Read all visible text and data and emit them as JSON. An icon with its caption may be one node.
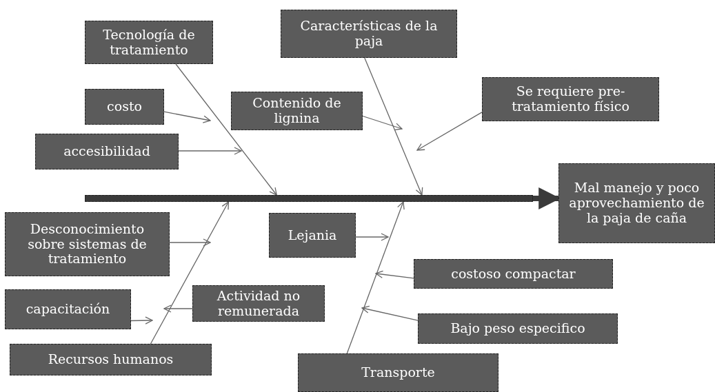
{
  "diagram": {
    "nodes": [
      {
        "text": [
          "Tecnología de tratamiento"
        ]
      },
      {
        "text": [
          "Características de la paja"
        ]
      },
      {
        "text": [
          "Se requiere pre-tratamiento físico"
        ]
      },
      {
        "text": [
          "costo"
        ]
      },
      {
        "text": [
          "Contenido de lignina"
        ]
      },
      {
        "text": [
          "accesibilidad"
        ]
      },
      {
        "text": [],
        "shape": "bar"
      },
      {
        "text": [
          "Mal manejo y poco aprovechamiento de la paja de caña"
        ]
      },
      {
        "text": [
          "Desconocimiento sobre sistemas de tratamiento"
        ]
      },
      {
        "text": [
          "Lejania"
        ]
      },
      {
        "text": [
          "costoso compactar"
        ]
      },
      {
        "text": [
          "capacitación"
        ]
      },
      {
        "text": [
          "Actividad no remunerada"
        ]
      },
      {
        "text": [
          "Bajo peso especifico"
        ]
      },
      {
        "text": [
          "Recursos humanos"
        ]
      },
      {
        "text": [
          "Transporte"
        ]
      }
    ],
    "edges": [
      {
        "from": 6,
        "to": 7,
        "arrow": "to",
        "style": "thick"
      },
      {
        "from": 0,
        "to": 6,
        "arrow": "to"
      },
      {
        "from": 1,
        "to": 6,
        "arrow": "to"
      },
      {
        "from": 14,
        "to": 6,
        "arrow": "to"
      },
      {
        "from": 15,
        "to": 6,
        "arrow": "to"
      },
      {
        "from": 3,
        "to": null,
        "arrow": "to"
      },
      {
        "from": 5,
        "to": null,
        "arrow": "to"
      },
      {
        "from": 4,
        "to": null,
        "arrow": "to"
      },
      {
        "from": 2,
        "to": null,
        "arrow": "to"
      },
      {
        "from": 8,
        "to": null,
        "arrow": "to"
      },
      {
        "from": 11,
        "to": null,
        "arrow": "to"
      },
      {
        "from": 12,
        "to": null,
        "arrow": "to"
      },
      {
        "from": 9,
        "to": null,
        "arrow": "to"
      },
      {
        "from": 10,
        "to": null,
        "arrow": "to"
      },
      {
        "from": 13,
        "to": null,
        "arrow": "to"
      }
    ]
  }
}
